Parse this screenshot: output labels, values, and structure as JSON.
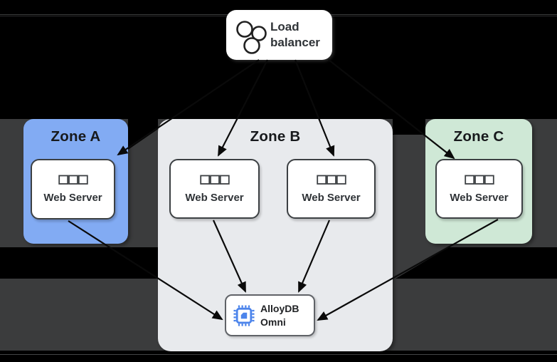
{
  "page": {
    "background_color": "#000000",
    "canvas_color": "#3B3C3D"
  },
  "diagram": {
    "load_balancer": {
      "label": "Load balancer",
      "icon": "load-balancer-circles-icon"
    },
    "zones": [
      {
        "label": "Zone A",
        "color": "#82ABF3",
        "servers": [
          {
            "label": "Web Server",
            "icon": "server-rack-icon"
          }
        ]
      },
      {
        "label": "Zone B",
        "color": "#E8EAED",
        "servers": [
          {
            "label": "Web Server",
            "icon": "server-rack-icon"
          },
          {
            "label": "Web Server",
            "icon": "server-rack-icon"
          }
        ]
      },
      {
        "label": "Zone C",
        "color": "#CFE8D6",
        "servers": [
          {
            "label": "Web Server",
            "icon": "server-rack-icon"
          }
        ]
      }
    ],
    "database": {
      "label": "AlloyDB Omni",
      "icon": "alloydb-chip-icon",
      "icon_color": "#4C84EB"
    },
    "edges": [
      {
        "from": "load-balancer",
        "to": "zone-a-web-server"
      },
      {
        "from": "load-balancer",
        "to": "zone-b-web-server-1"
      },
      {
        "from": "load-balancer",
        "to": "zone-b-web-server-2"
      },
      {
        "from": "load-balancer",
        "to": "zone-c-web-server"
      },
      {
        "from": "zone-a-web-server",
        "to": "alloydb-omni"
      },
      {
        "from": "zone-b-web-server-1",
        "to": "alloydb-omni"
      },
      {
        "from": "zone-b-web-server-2",
        "to": "alloydb-omni"
      },
      {
        "from": "zone-c-web-server",
        "to": "alloydb-omni"
      }
    ]
  }
}
